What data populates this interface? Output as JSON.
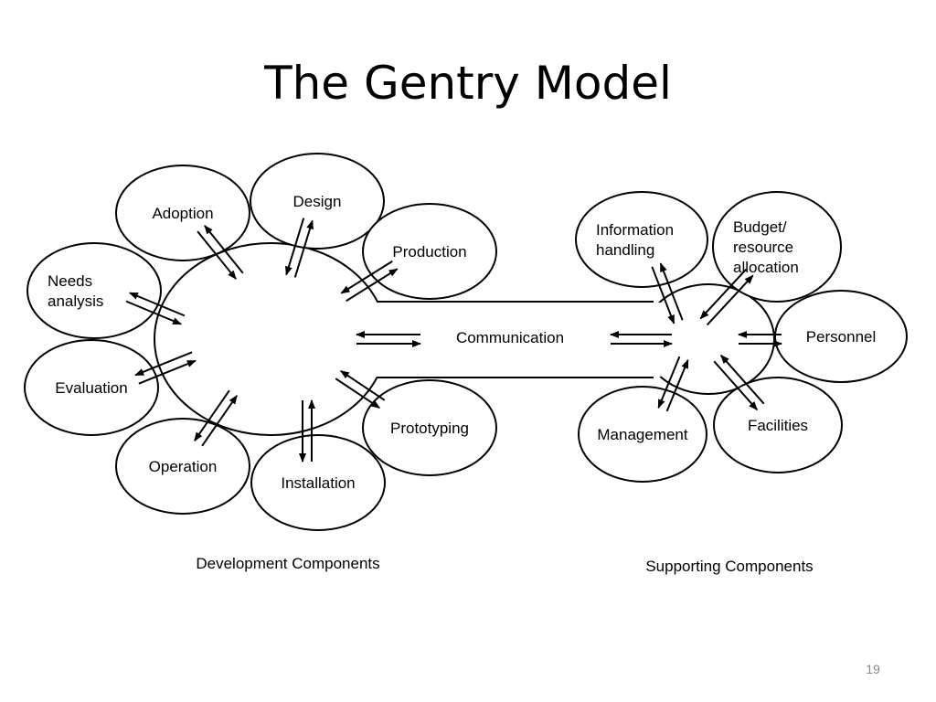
{
  "slide": {
    "title": "The Gentry Model",
    "number": "19"
  },
  "diagram": {
    "hub_label": "Communication",
    "development": {
      "caption": "Development Components",
      "components": [
        {
          "key": "adoption",
          "label": [
            "Adoption"
          ]
        },
        {
          "key": "design",
          "label": [
            "Design"
          ]
        },
        {
          "key": "production",
          "label": [
            "Production"
          ]
        },
        {
          "key": "needs-analysis",
          "label": [
            "Needs",
            "analysis"
          ]
        },
        {
          "key": "evaluation",
          "label": [
            "Evaluation"
          ]
        },
        {
          "key": "operation",
          "label": [
            "Operation"
          ]
        },
        {
          "key": "installation",
          "label": [
            "Installation"
          ]
        },
        {
          "key": "prototyping",
          "label": [
            "Prototyping"
          ]
        }
      ]
    },
    "supporting": {
      "caption": "Supporting Components",
      "components": [
        {
          "key": "information-handling",
          "label": [
            "Information",
            "handling"
          ]
        },
        {
          "key": "budget-resource-allocation",
          "label": [
            "Budget/",
            "resource",
            "allocation"
          ]
        },
        {
          "key": "personnel",
          "label": [
            "Personnel"
          ]
        },
        {
          "key": "management",
          "label": [
            "Management"
          ]
        },
        {
          "key": "facilities",
          "label": [
            "Facilities"
          ]
        }
      ]
    }
  }
}
